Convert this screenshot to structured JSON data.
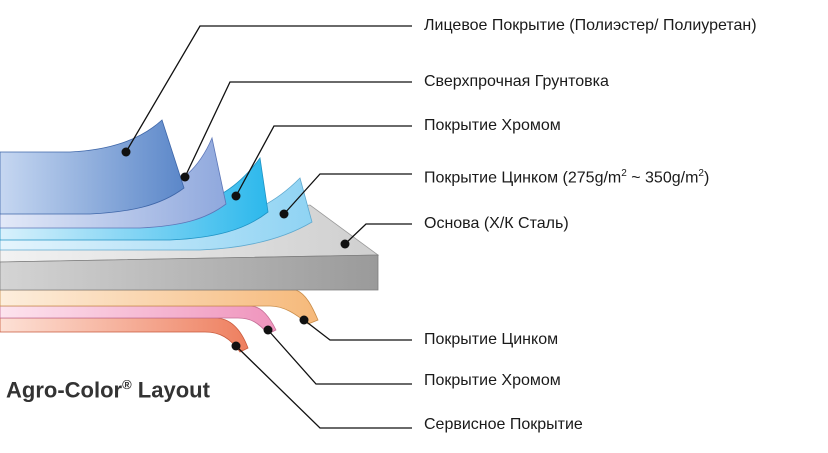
{
  "labels": {
    "top_coat": "Лицевое Покрытие (Полиэстер/ Полиуретан)",
    "primer": "Сверхпрочная Грунтовка",
    "chrome_top": "Покрытие Хромом",
    "zinc_top_prefix": "Покрытие Цинком (275g/m",
    "zinc_top_sup1": "2",
    "zinc_top_mid": " ~ 350g/m",
    "zinc_top_sup2": "2",
    "zinc_top_suffix": ")",
    "base": "Основа (Х/К Сталь)",
    "zinc_bottom": "Покрытие Цинком",
    "chrome_bottom": "Покрытие Хромом",
    "service_coat": "Сервисное Покрытие"
  },
  "brand": {
    "name": "Agro-Color",
    "mark": "®",
    "suffix": " Layout"
  },
  "colors": {
    "top_coat": "#5b87c9",
    "primer": "#8fa8dd",
    "chrome": "#4cc4ef",
    "zinc": "#a8ddf6",
    "steel_top": "#d7d7d7",
    "steel_front": "#a8a8a8",
    "zinc_bottom": "#f7c68e",
    "chrome_bottom": "#f3a6c8",
    "service": "#f08c6e",
    "leader": "#111111"
  }
}
